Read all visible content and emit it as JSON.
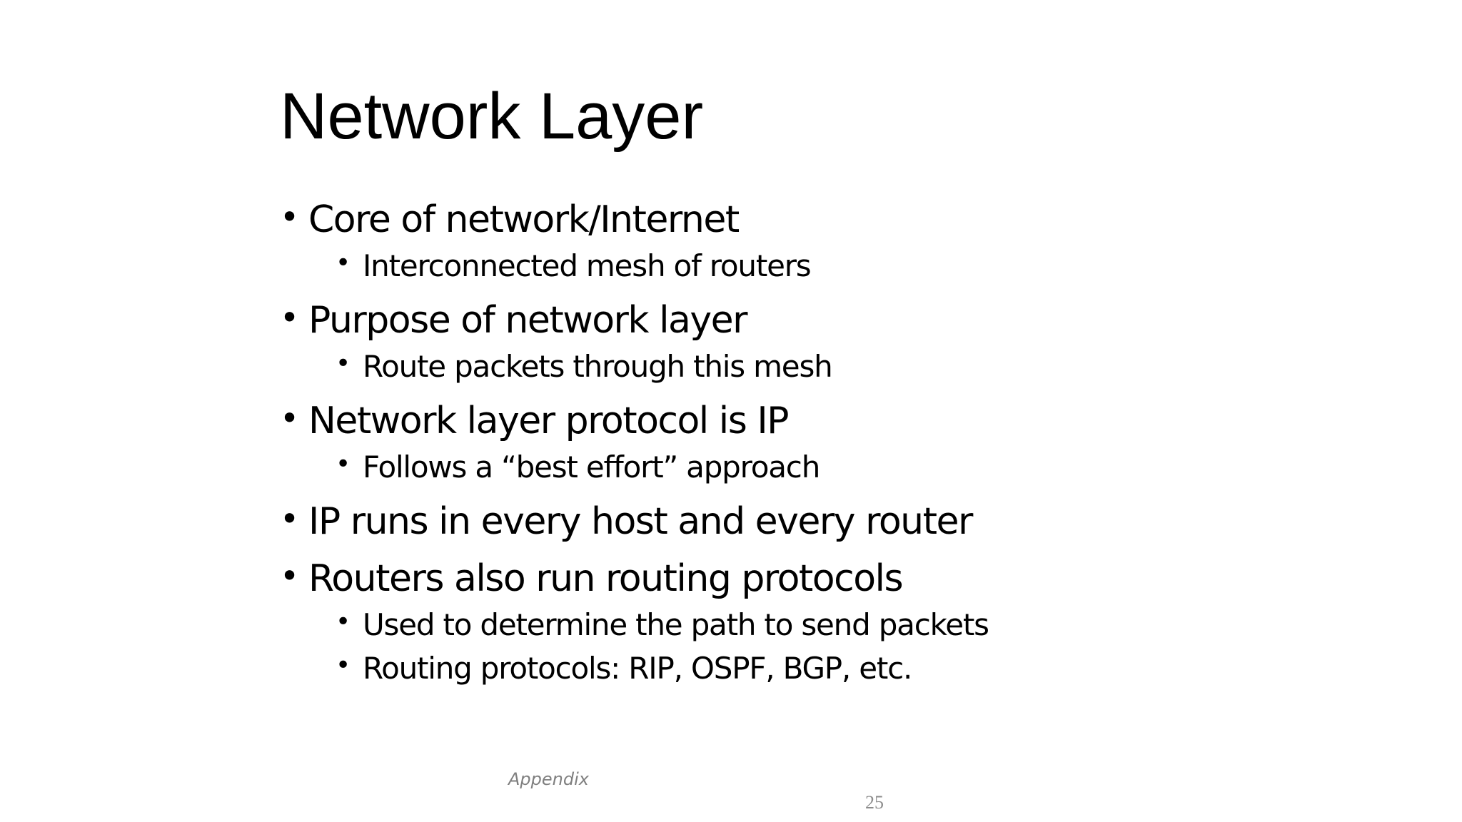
{
  "slide": {
    "title": "Network Layer",
    "bullets": [
      {
        "text": "Core of network/Internet",
        "level": 1
      },
      {
        "text": "Interconnected mesh of routers",
        "level": 2
      },
      {
        "text": "Purpose of network layer",
        "level": 1
      },
      {
        "text": "Route packets through this mesh",
        "level": 2
      },
      {
        "text": "Network layer protocol is IP",
        "level": 1
      },
      {
        "text": "Follows a “best effort” approach",
        "level": 2
      },
      {
        "text": "IP runs in every host and every router",
        "level": 1
      },
      {
        "text": "Routers also run routing protocols",
        "level": 1
      },
      {
        "text": "Used to determine the path to send packets",
        "level": 2
      },
      {
        "text": "Routing protocols: RIP, OSPF, BGP, etc.",
        "level": 2
      }
    ],
    "bullet_glyph": "•",
    "footer": "Appendix",
    "page_number": "25"
  }
}
